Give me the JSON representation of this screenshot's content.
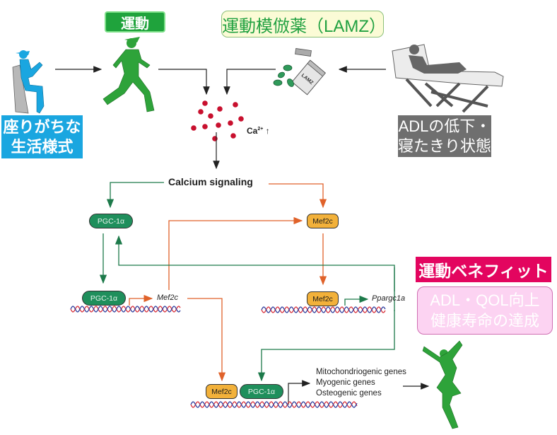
{
  "labels": {
    "exercise": "運動",
    "exercise_mimetic": "運動模倣薬（LAMZ）",
    "sedentary": [
      "座りがちな",
      "生活様式"
    ],
    "bedridden": [
      "ADLの低下・",
      "寝たきり状態"
    ],
    "exercise_benefit": "運動ベネフィット",
    "outcome": [
      "ADL・QOL向上",
      "健康寿命の達成"
    ]
  },
  "calcium": {
    "ion": "Ca",
    "charge": "2+",
    "arrow": "↑",
    "signaling": "Calcium signaling"
  },
  "proteins": {
    "pgc_top": "PGC-1α",
    "mef_top": "Mef2c",
    "pgc_dna": "PGC-1α",
    "mef_dna": "Mef2c",
    "mef_bottom": "Mef2c",
    "pgc_bottom": "PGC-1α"
  },
  "genes": {
    "mef2c": "Mef2c",
    "ppargc1a": "Ppargc1a",
    "targets": [
      "Mitochondriogenic genes",
      "Myogenic genes",
      "Osteogenic genes"
    ]
  },
  "bottle_label": "LAMZ",
  "colors": {
    "exercise_green": "#1fa33c",
    "pgc_green": "#1f8f5c",
    "mef_orange": "#f2b13a",
    "arrow_orange": "#e0622a",
    "arrow_green": "#1d7a4a",
    "sedentary_blue": "#1aa6e0",
    "bedridden_gray": "#6f6f6f",
    "benefit_magenta": "#e3055f",
    "outcome_pink": "#fcd3f2",
    "calcium_red": "#c8102e"
  }
}
